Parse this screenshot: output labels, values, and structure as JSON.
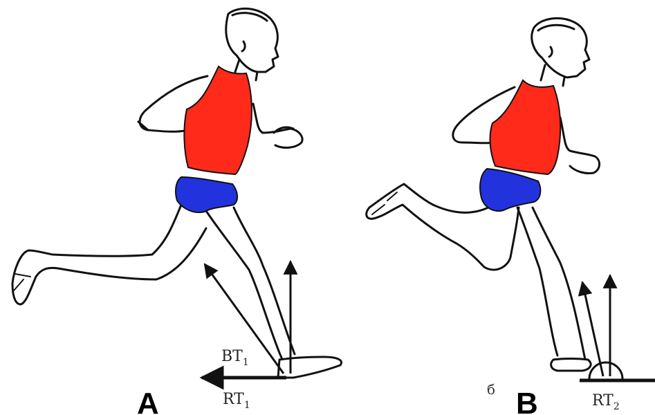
{
  "figure": {
    "panel_a": {
      "letter": "A",
      "labels": {
        "bt": "BT",
        "bt_sub": "1",
        "rt": "RT",
        "rt_sub": "1"
      }
    },
    "panel_b": {
      "letter": "B",
      "small_mark": "б",
      "labels": {
        "rt": "RT",
        "rt_sub": "2"
      }
    },
    "colors": {
      "outline": "#111111",
      "vest": "#ff2a1a",
      "shorts": "#2233dd",
      "skin": "#ffffff"
    }
  }
}
